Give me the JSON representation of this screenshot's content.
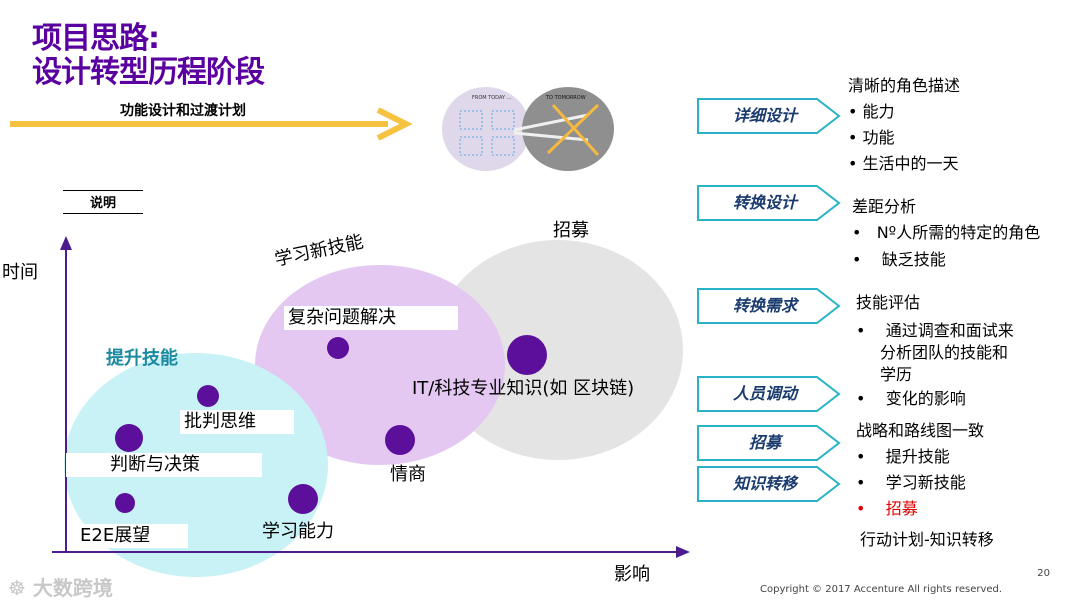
{
  "title": {
    "line1": "项目思路:",
    "line2": "设计转型历程阶段"
  },
  "arrow_label": "功能设计和过渡计划",
  "infographic": {
    "from_label": "FROM TODAY ...",
    "to_label": "TO TOMORROW"
  },
  "legend": "说明",
  "axes": {
    "y": "时间",
    "x": "影响"
  },
  "bubbles": {
    "upskill": "提升技能",
    "new_skills": "学习新技能",
    "recruit": "招募"
  },
  "items": {
    "complex_problem": "复杂问题解决",
    "it_knowledge": "IT/科技专业知识(如 区块链)",
    "critical_thinking": "批判思维",
    "judgement": "判断与决策",
    "eq": "情商",
    "e2e": "E2E展望",
    "learning": "学习能力"
  },
  "stages": [
    "详细设计",
    "转换设计",
    "转换需求",
    "人员调动",
    "招募",
    "知识转移"
  ],
  "right": {
    "detailed_head": "清晰的角色描述",
    "detailed_items": [
      "能力",
      "功能",
      "生活中的一天"
    ],
    "transform_head": "差距分析",
    "transform_items": [
      "Nº人所需的特定的角色",
      "缺乏技能"
    ],
    "demand_head": "技能评估",
    "demand_item1": [
      "通过调查和面试来",
      "分析团队的技能和",
      "学历"
    ],
    "demand_item2": "变化的影响",
    "strategy_head": "战略和路线图一致",
    "strategy_items": [
      "提升技能",
      "学习新技能",
      "招募"
    ],
    "action": "行动计划-知识转移"
  },
  "page_number": "20",
  "copyright": "Copyright © 2017 Accenture  All rights reserved.",
  "watermark": "大数跨境",
  "colors": {
    "title": "#5a00a0",
    "arrow": "#f5c242",
    "axis": "#4b1c8c",
    "dot": "#5b0f9a",
    "teal_bubble": "#c9f2f6",
    "purple_bubble": "#e4c8f2",
    "grey_bubble": "#e4e4e4",
    "stage_border": "#29b3c8",
    "accent_red": "#e00000"
  }
}
